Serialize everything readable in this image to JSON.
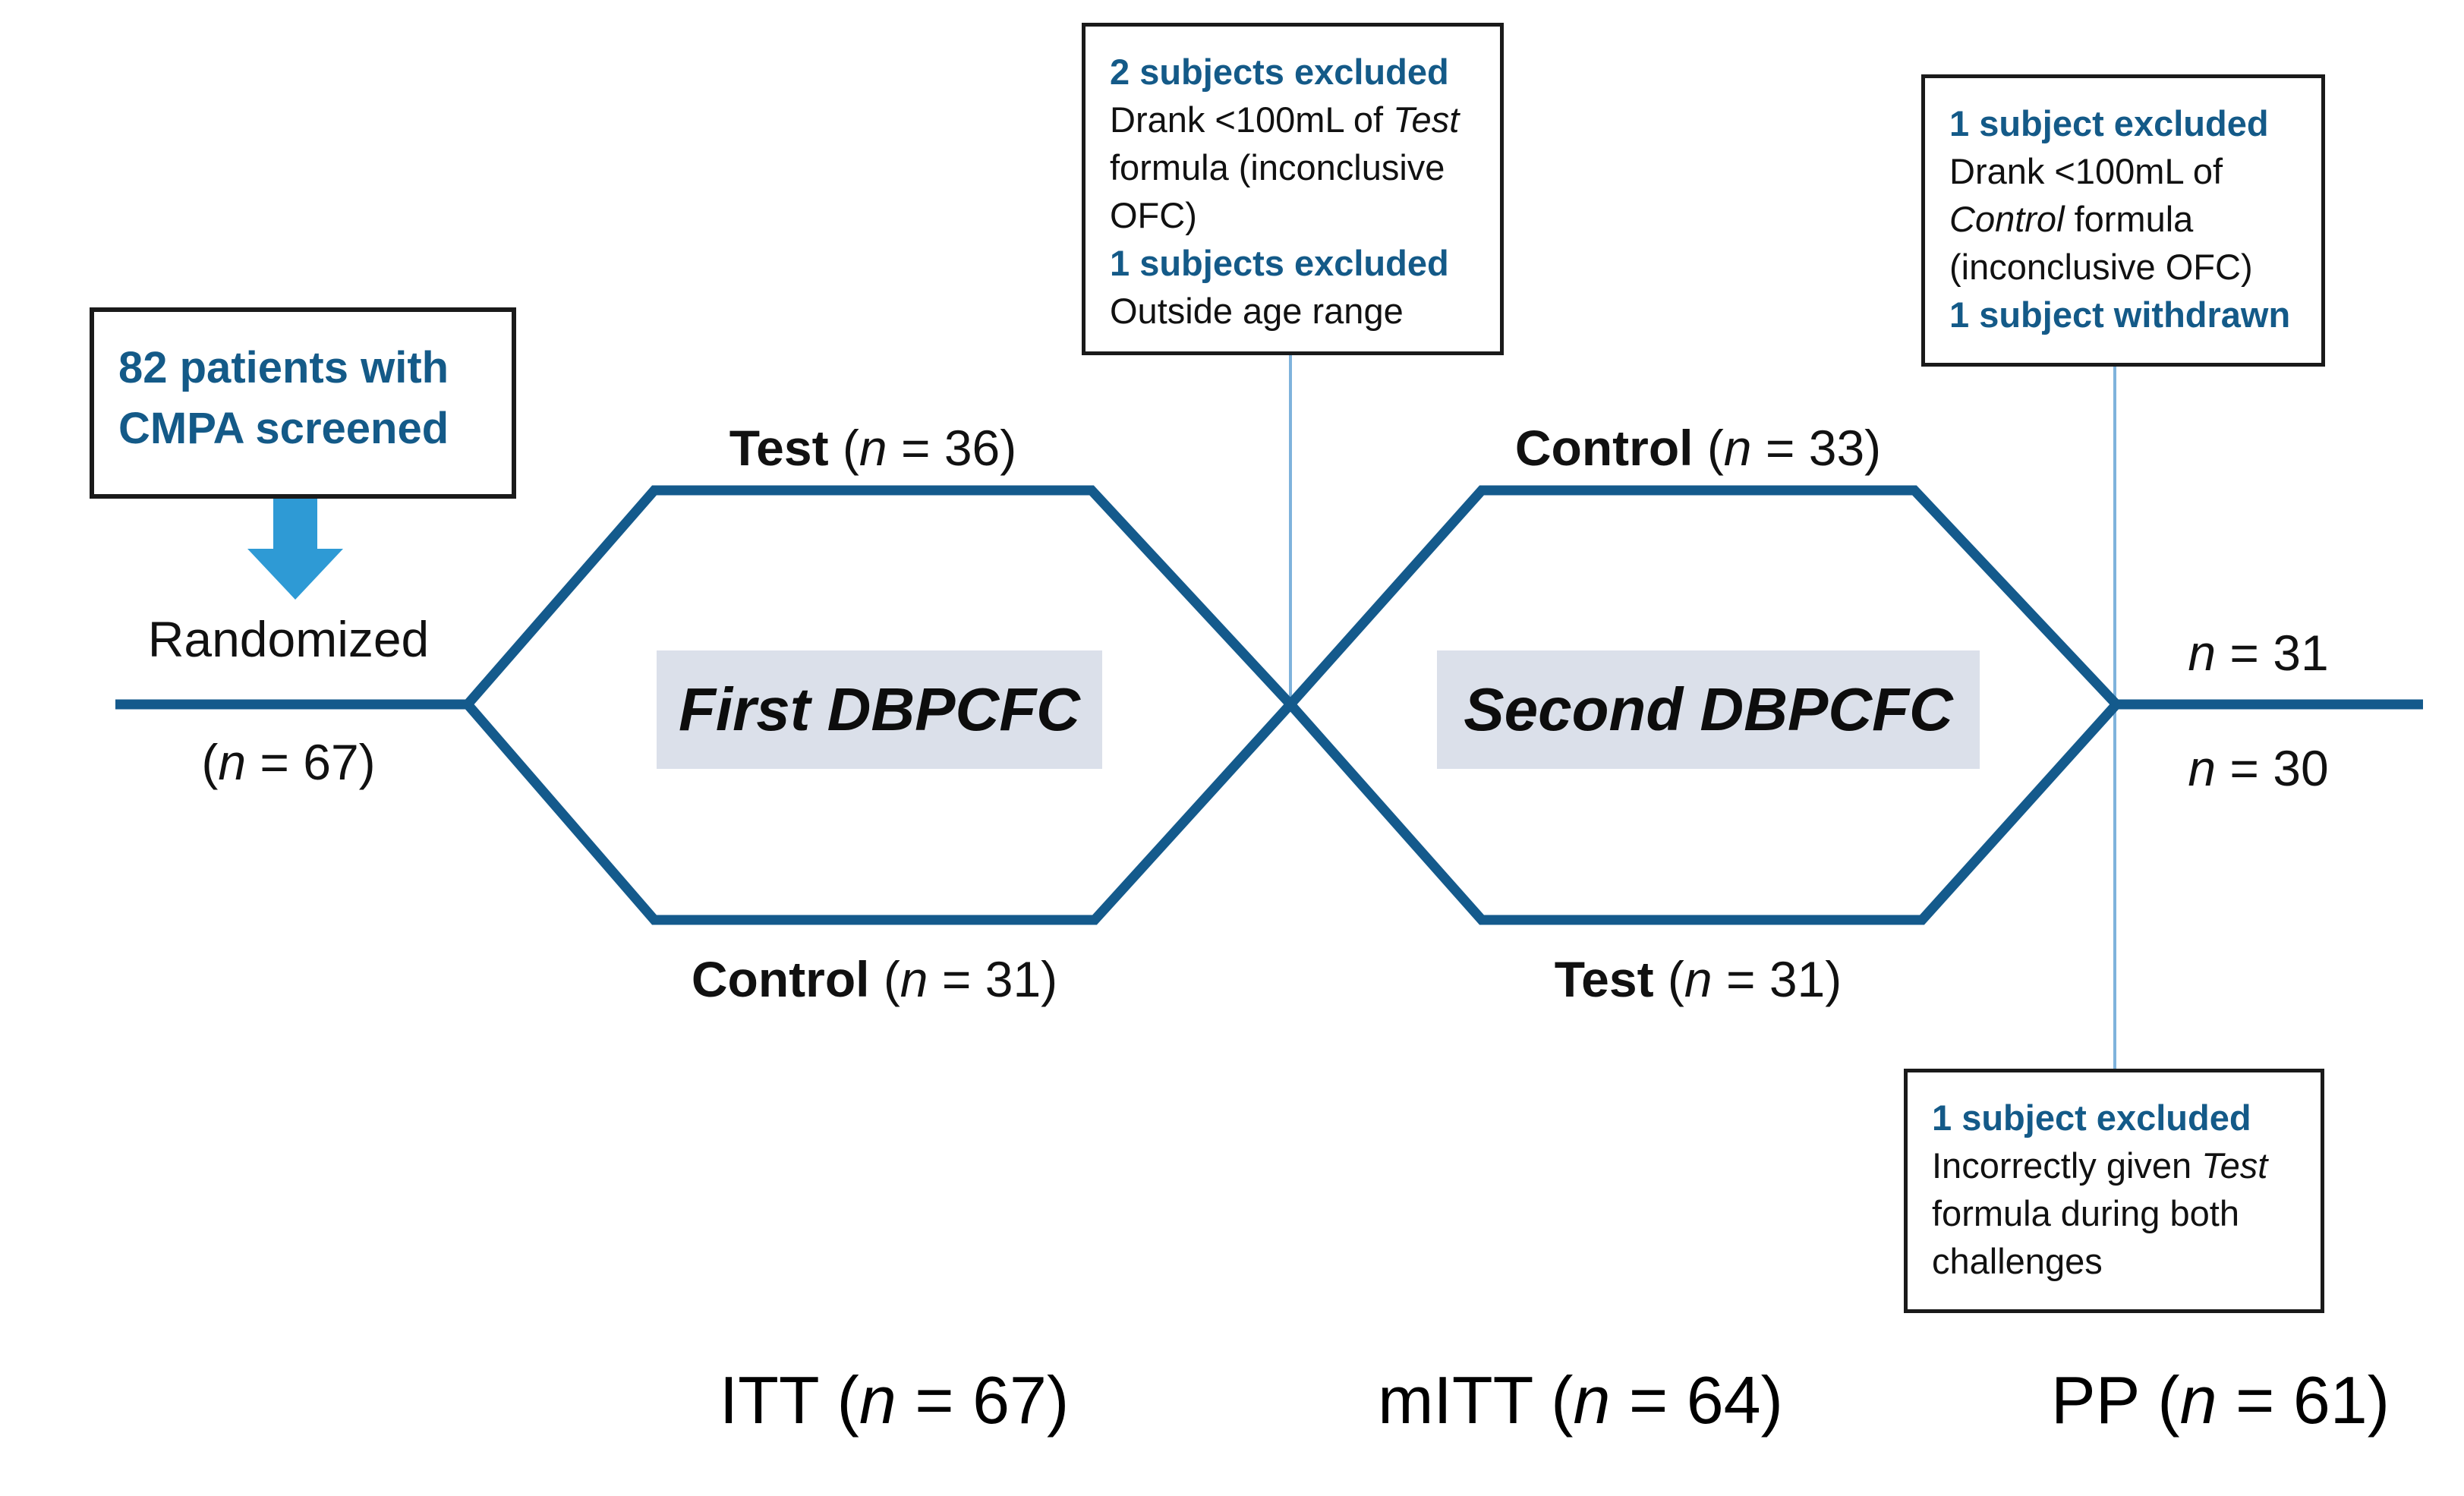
{
  "colors": {
    "diagram_stroke_blue": "#145a8c",
    "accent_text_blue": "#145a88",
    "arrow_fill_blue": "#2e9ad5",
    "connector_light_blue": "#7fb3dc",
    "phase_label_bg": "#dbe0ea",
    "box_border_black": "#1a1a1a"
  },
  "screening_box": {
    "line1": "82 patients with",
    "line2": "CMPA screened"
  },
  "randomized": {
    "label": "Randomized",
    "count": {
      "pre": "(",
      "n": "n",
      "post": " = 67)"
    }
  },
  "arms": {
    "test_first": {
      "name": "Test",
      "pre": " (",
      "n": "n",
      "post": " = 36)"
    },
    "control_first": {
      "name": "Control",
      "pre": " (",
      "n": "n",
      "post": " = 31)"
    },
    "control_second": {
      "name": "Control",
      "pre": " (",
      "n": "n",
      "post": " = 33)"
    },
    "test_second": {
      "name": "Test",
      "pre": " (",
      "n": "n",
      "post": " = 31)"
    }
  },
  "phases": {
    "first": "First DBPCFC",
    "second": "Second DBPCFC"
  },
  "exclusion_mid": {
    "heading1": "2 subjects excluded",
    "line1a": "Drank <100mL of ",
    "line1b": "Test",
    "line2": "formula (inconclusive",
    "line3": "OFC)",
    "heading2": "1 subjects excluded",
    "line4": "Outside age range"
  },
  "exclusion_right": {
    "heading1": "1 subject excluded",
    "line1": "Drank <100mL of",
    "line2a": "Control",
    "line2b": " formula",
    "line3": "(inconclusive OFC)",
    "heading2": "1 subject withdrawn"
  },
  "exclusion_bottom": {
    "heading1": "1 subject excluded",
    "line1a": "Incorrectly given ",
    "line1b": "Test",
    "line2": "formula during both",
    "line3": "challenges"
  },
  "final_counts": {
    "upper": {
      "n": "n",
      "post": " = 31"
    },
    "lower": {
      "n": "n",
      "post": " = 30"
    }
  },
  "populations": {
    "itt": {
      "name": "ITT",
      "pre": " (",
      "n": "n",
      "post": " = 67)"
    },
    "mitt": {
      "name": "mITT",
      "pre": " (",
      "n": "n",
      "post": " = 64)"
    },
    "pp": {
      "name": "PP",
      "pre": " (",
      "n": "n",
      "post": " = 61)"
    }
  }
}
